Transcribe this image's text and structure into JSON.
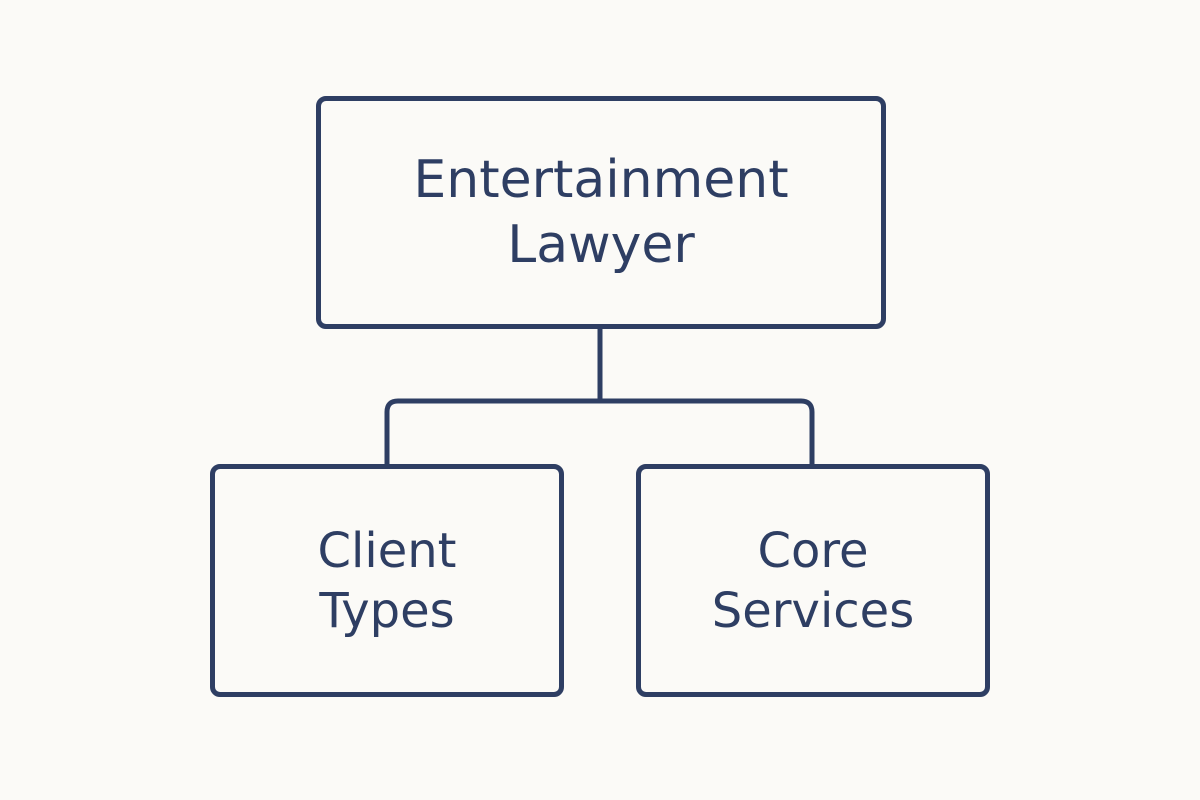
{
  "colors": {
    "background": "#fbfaf7",
    "stroke": "#2e3e63",
    "text": "#2e3e63"
  },
  "diagram": {
    "root": {
      "line1": "Entertainment",
      "line2": "Lawyer"
    },
    "children": [
      {
        "line1": "Client",
        "line2": "Types"
      },
      {
        "line1": "Core",
        "line2": "Services"
      }
    ]
  }
}
